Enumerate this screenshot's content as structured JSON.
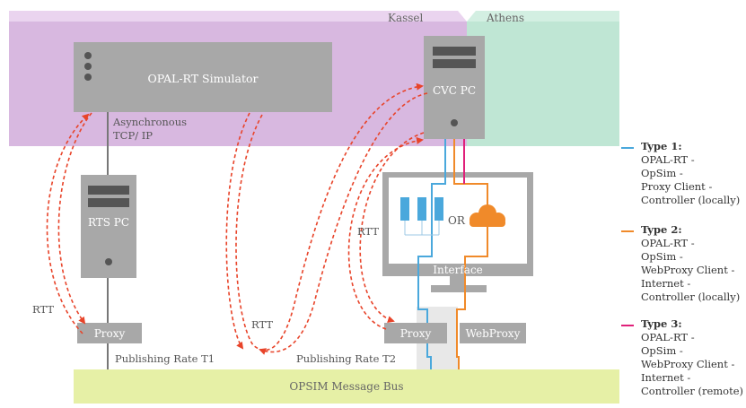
{
  "regions": {
    "kassel": "Kassel",
    "athens": "Athens"
  },
  "nodes": {
    "opal_rt_simulator": "OPAL-RT Simulator",
    "cvc_pc": "CVC PC",
    "rts_pc": "RTS PC",
    "proxy_left": "Proxy",
    "proxy_right": "Proxy",
    "webproxy": "WebProxy",
    "interface": "Interface",
    "or_label": "OR",
    "message_bus": "OPSIM Message Bus"
  },
  "edge_labels": {
    "asynchronous": "Asynchronous",
    "tcp_ip": "TCP/ IP",
    "rtt_left": "RTT",
    "rtt_middle": "RTT",
    "rtt_right": "RTT",
    "publishing_rate_t1": "Publishing Rate T1",
    "publishing_rate_t2": "Publishing Rate T2"
  },
  "legend": [
    {
      "type": "Type 1:",
      "lines": [
        "OPAL-RT -",
        "OpSim -",
        "Proxy Client -",
        "Controller (locally)"
      ],
      "color": "#4aa8dc"
    },
    {
      "type": "Type 2:",
      "lines": [
        "OPAL-RT -",
        "OpSim -",
        "WebProxy Client -",
        "Internet -",
        "Controller (locally)"
      ],
      "color": "#f08a2a"
    },
    {
      "type": "Type 3:",
      "lines": [
        "OPAL-RT -",
        "OpSim -",
        "WebProxy Client -",
        "Internet -",
        "Controller (remote)"
      ],
      "color": "#e0207a"
    }
  ],
  "colors": {
    "kassel_region": "#d8b8e0",
    "athens_region": "#bfe6d4",
    "server_gray": "#a8a8a8",
    "bus_yellow": "#e6f0a6",
    "rtt_red": "#e8442a"
  }
}
